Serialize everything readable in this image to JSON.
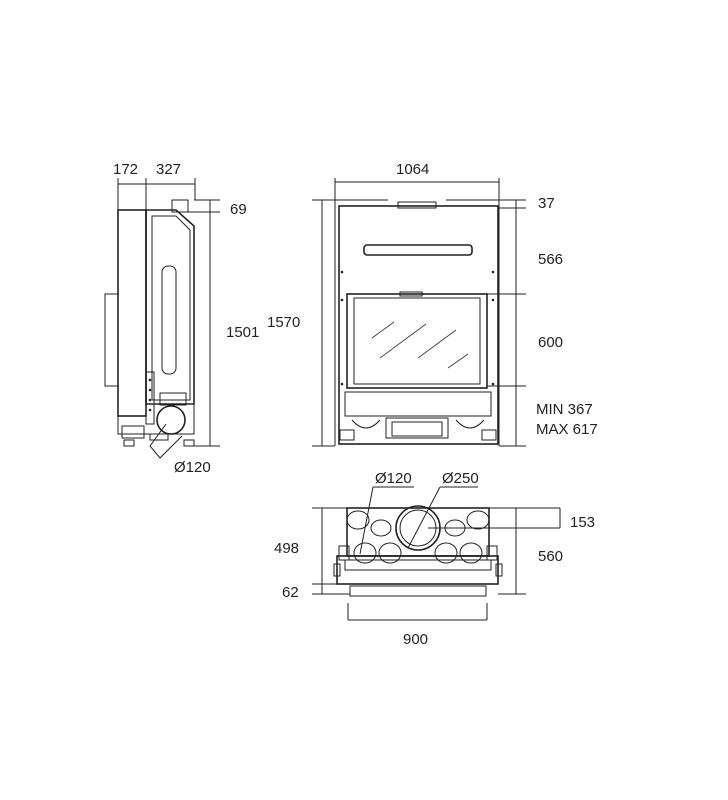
{
  "colors": {
    "stroke": "#222222",
    "background": "#ffffff"
  },
  "side_view": {
    "dim_depth_a": "172",
    "dim_depth_b": "327",
    "dim_top": "69",
    "dim_height": "1501",
    "dim_outlet": "Ø120"
  },
  "front_view": {
    "dim_width": "1064",
    "dim_top_gap": "37",
    "dim_upper": "566",
    "dim_height": "1570",
    "dim_glass": "600",
    "dim_min": "MIN 367",
    "dim_max": "MAX 617"
  },
  "top_view": {
    "dim_small_outlet": "Ø120",
    "dim_large_outlet": "Ø250",
    "dim_back_offset": "153",
    "dim_depth_inner": "498",
    "dim_depth_outer": "560",
    "dim_front": "62",
    "dim_width": "900"
  }
}
